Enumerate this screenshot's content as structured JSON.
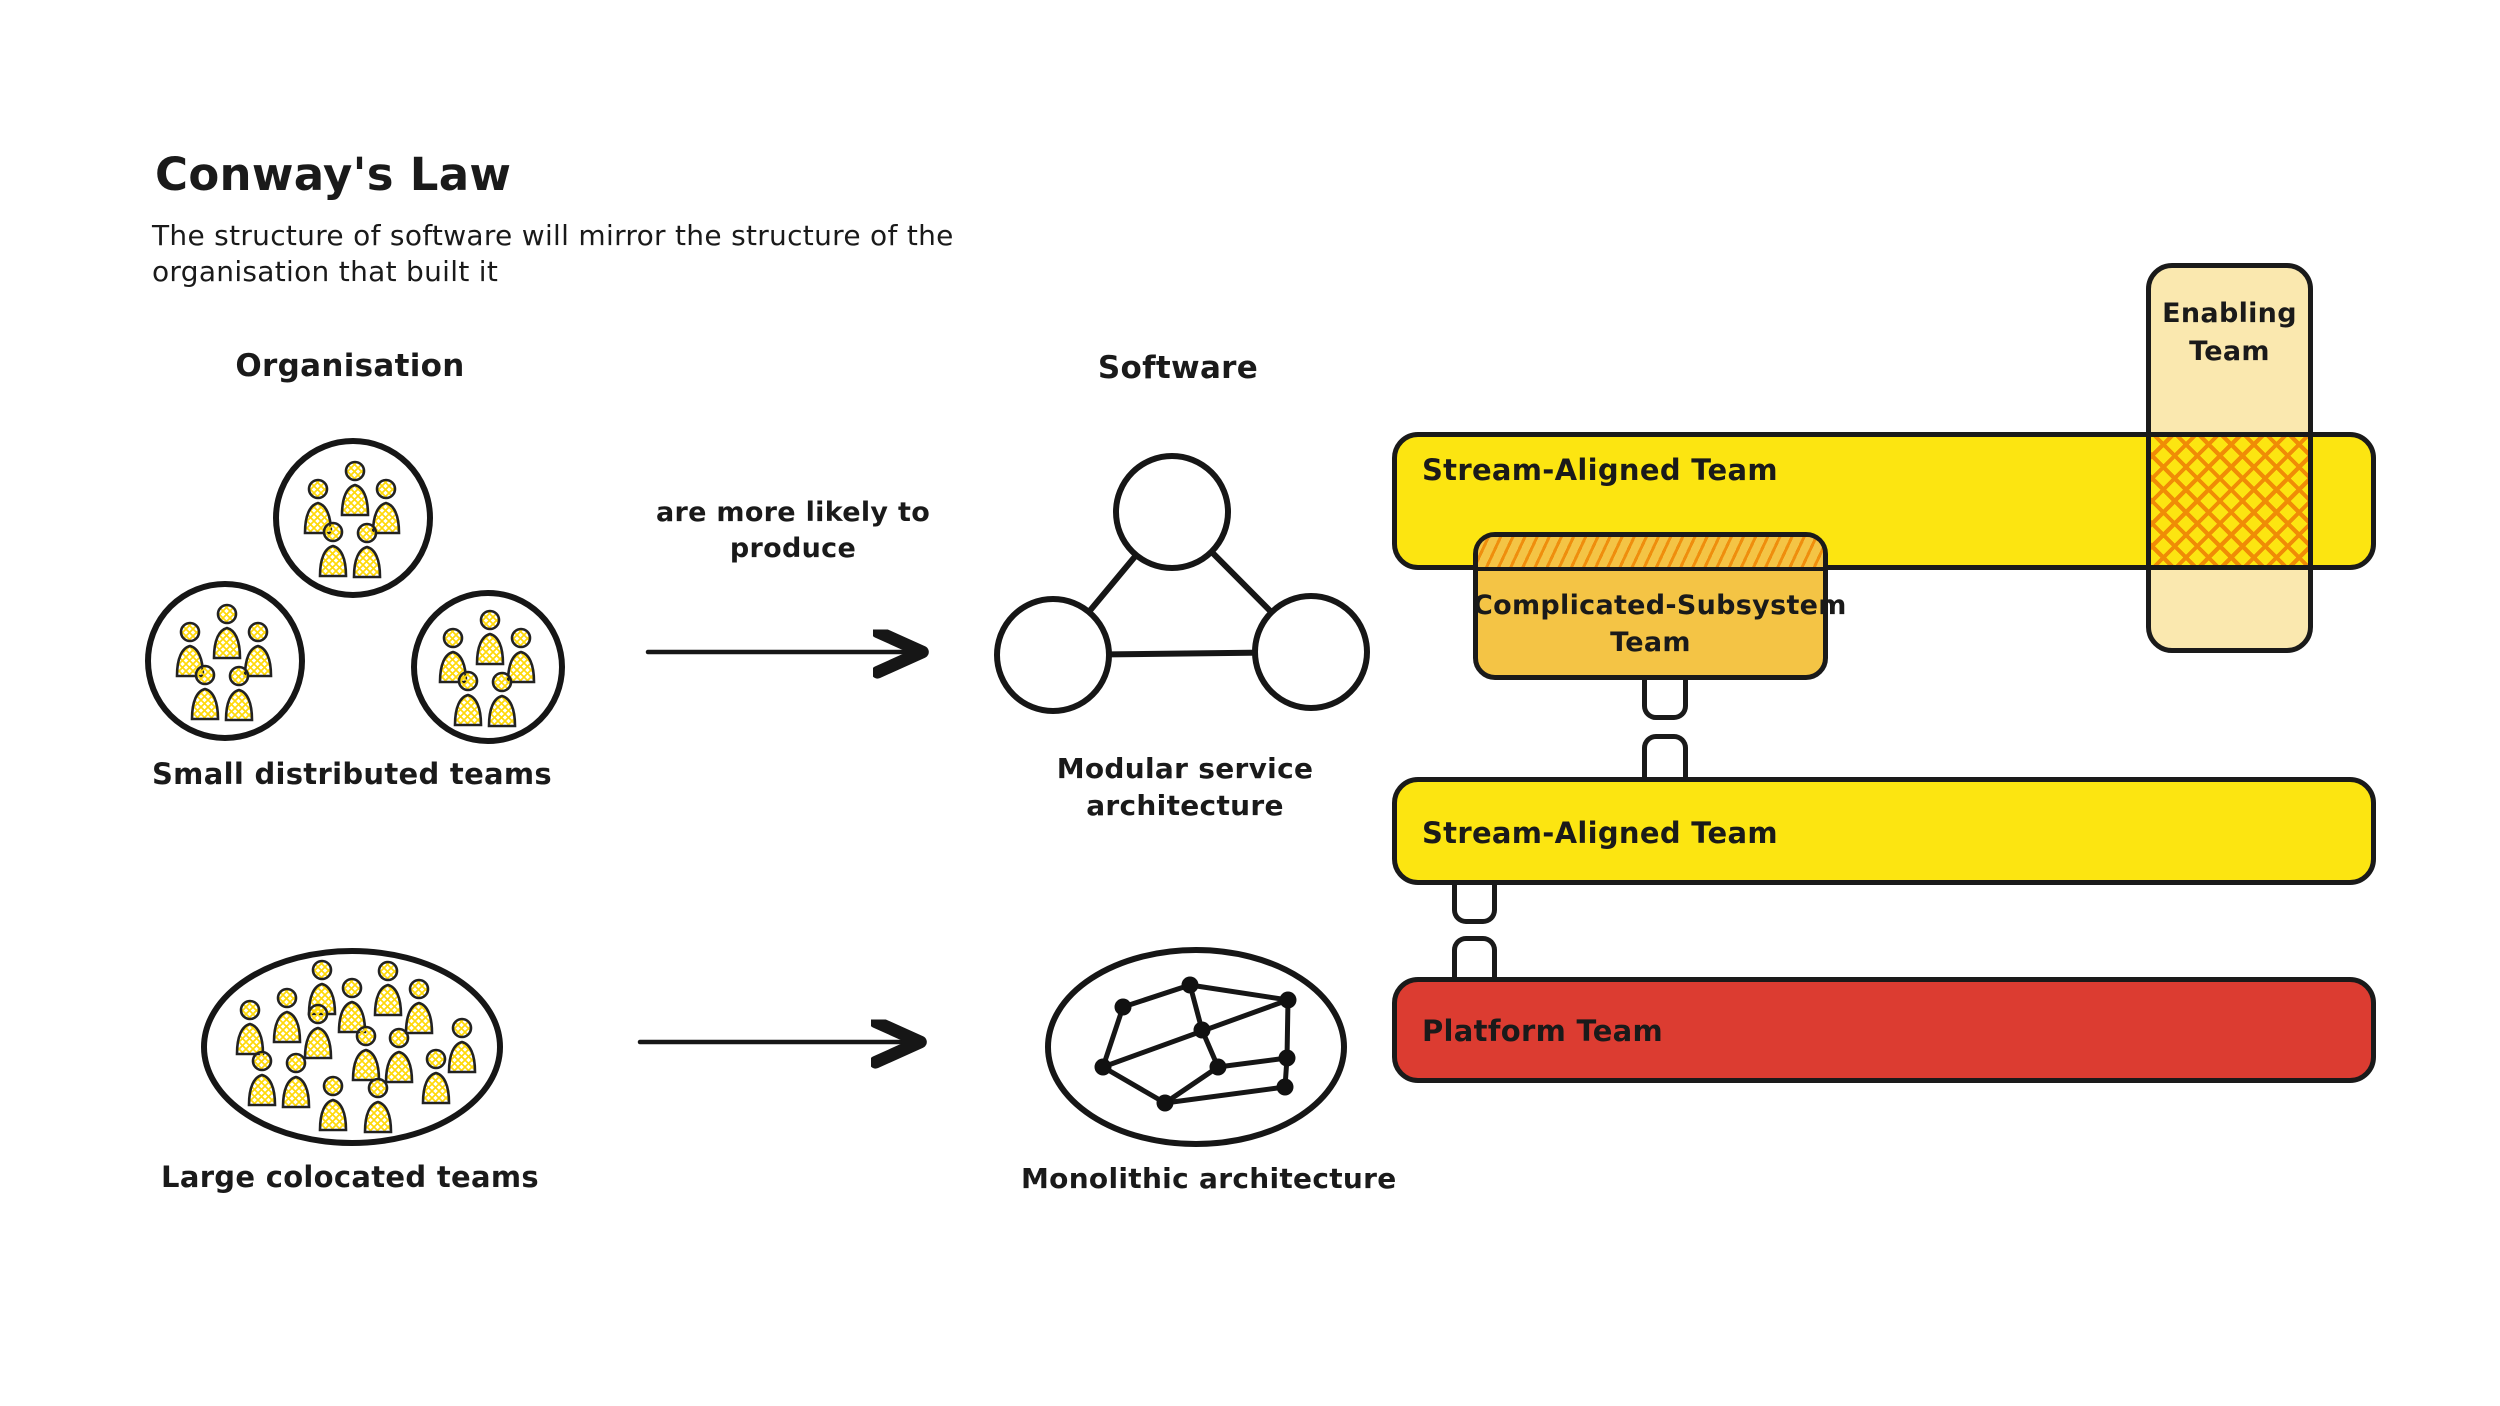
{
  "title": "Conway's Law",
  "subtitle": {
    "line1": "The structure of software will mirror the structure of the",
    "line2": "organisation that built it"
  },
  "columns": {
    "organisation_heading": "Organisation",
    "software_heading": "Software"
  },
  "organisation": {
    "small_teams_label": "Small distributed teams",
    "large_teams_label": "Large colocated teams"
  },
  "software": {
    "modular_label_line1": "Modular service",
    "modular_label_line2": "architecture",
    "monolithic_label": "Monolithic architecture"
  },
  "arrow_caption": {
    "line1": "are more likely to",
    "line2": "produce"
  },
  "teams": {
    "stream_aligned_top": "Stream-Aligned Team",
    "enabling_line1": "Enabling",
    "enabling_line2": "Team",
    "complicated_line1": "Complicated-Subsystem",
    "complicated_line2": "Team",
    "stream_aligned_bottom": "Stream-Aligned Team",
    "platform": "Platform Team"
  },
  "icons": {
    "person": "person-icon",
    "arrow": "arrow-right-icon"
  },
  "colors": {
    "stream_aligned_yellow": "#FCE511",
    "complicated_amber": "#F4C445",
    "enabling_cream": "#FAE8AF",
    "platform_red": "#DC3C31",
    "hatch_orange": "#EF8E0D",
    "crosshatch_orange": "#F08C06",
    "person_hatch_yellow": "#FFD90A",
    "ink": "#1A1A1A",
    "background": "#FFFFFF"
  }
}
